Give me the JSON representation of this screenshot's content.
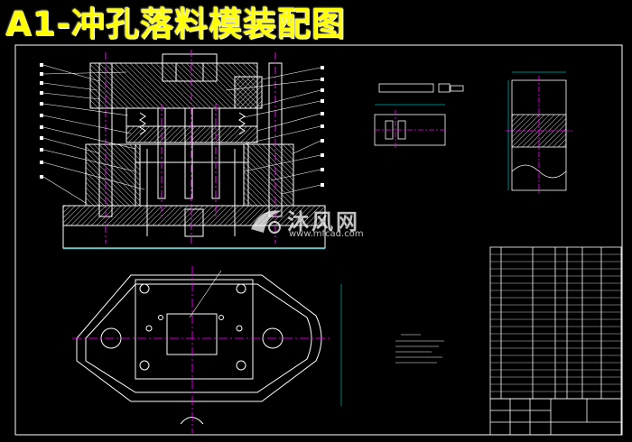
{
  "title": "A1-冲孔落料模装配图",
  "watermark": {
    "name": "沐风网",
    "url": "www.mfcad.com"
  },
  "colors": {
    "background": "#000000",
    "title": "#ffff00",
    "outline": "#ffffff",
    "centerline": "#ff00ff",
    "dimension": "#00ffff",
    "hatch": "#ffffff"
  }
}
